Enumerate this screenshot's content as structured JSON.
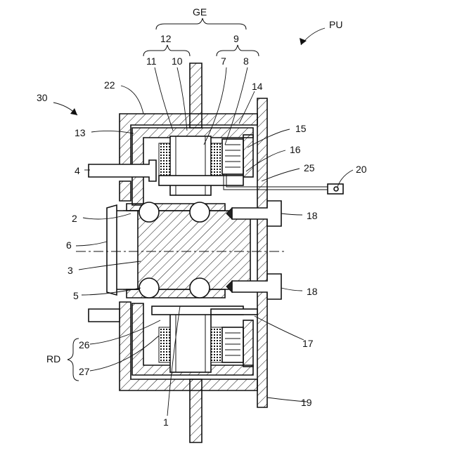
{
  "labels": {
    "pu": "PU",
    "ge": "GE",
    "n12": "12",
    "n9": "9",
    "n11": "11",
    "n10": "10",
    "n7": "7",
    "n8": "8",
    "n22": "22",
    "n30": "30",
    "n14": "14",
    "n13": "13",
    "n15": "15",
    "n16": "16",
    "n4": "4",
    "n25": "25",
    "n20": "20",
    "n2": "2",
    "n18a": "18",
    "n6": "6",
    "n3": "3",
    "n5": "5",
    "n18b": "18",
    "n17": "17",
    "n26": "26",
    "rd": "RD",
    "n27": "27",
    "n19": "19",
    "n1": "1"
  }
}
